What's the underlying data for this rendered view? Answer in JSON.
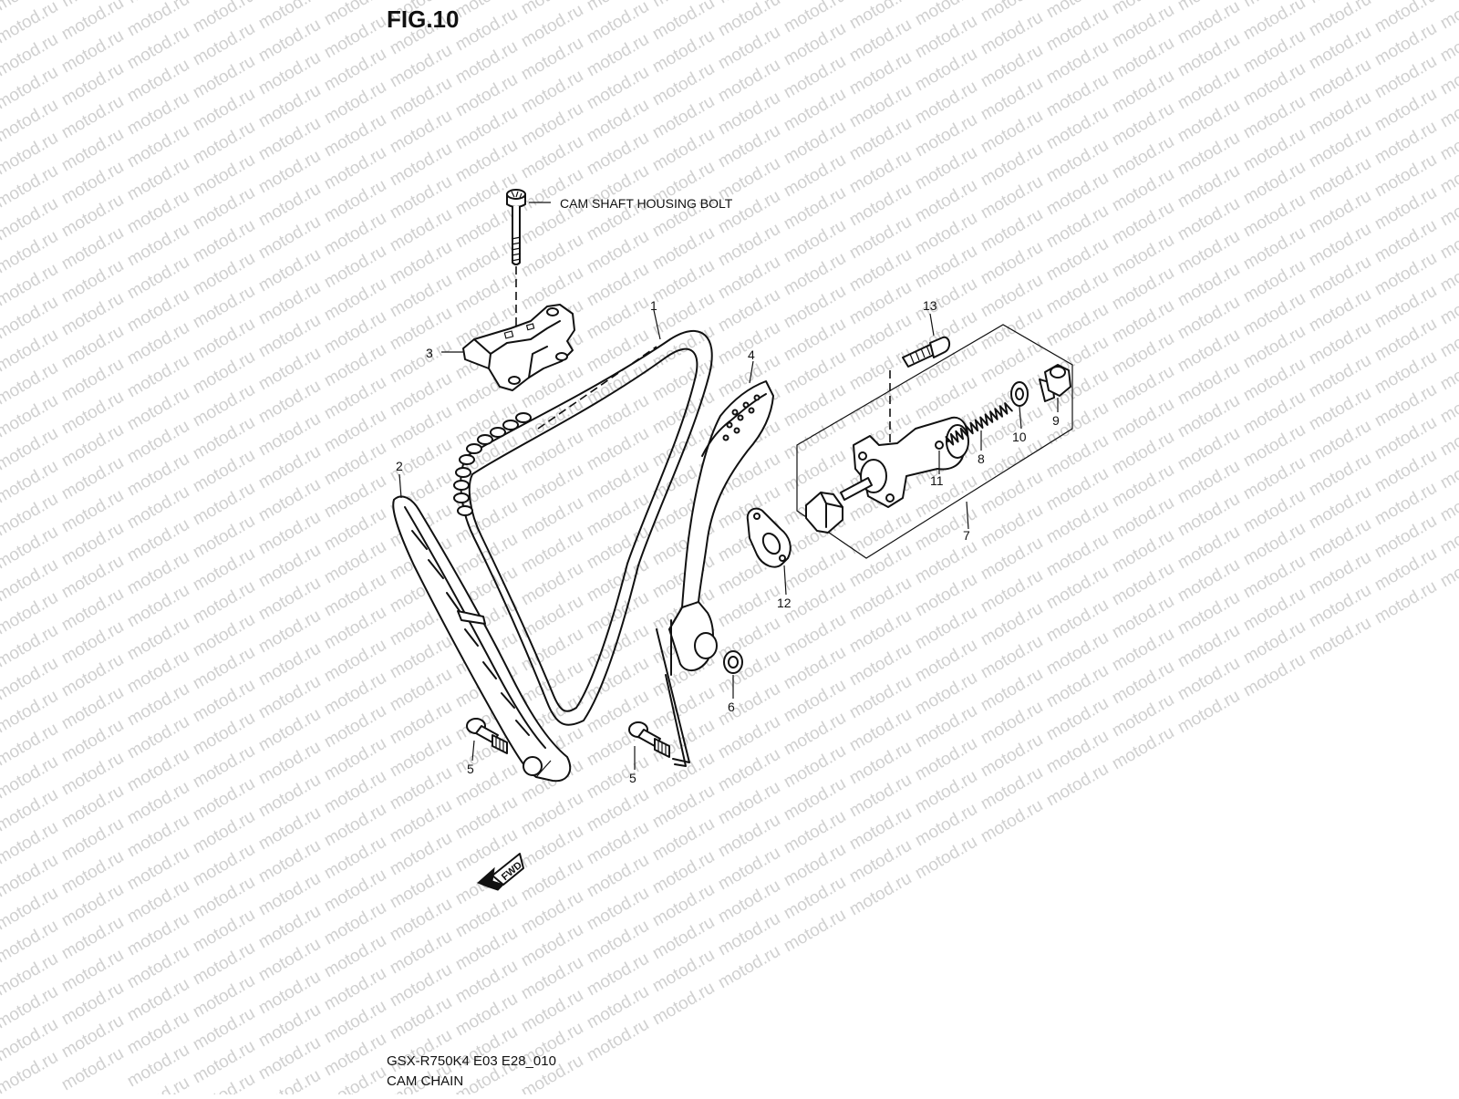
{
  "figure_title": "FIG.10",
  "watermark_text": "motod.ru",
  "part_labels": [
    {
      "id": "p1",
      "text": "1"
    },
    {
      "id": "p2",
      "text": "2"
    },
    {
      "id": "p3",
      "text": "3"
    },
    {
      "id": "p4",
      "text": "4"
    },
    {
      "id": "p5a",
      "text": "5"
    },
    {
      "id": "p5b",
      "text": "5"
    },
    {
      "id": "p6",
      "text": "6"
    },
    {
      "id": "p7",
      "text": "7"
    },
    {
      "id": "p8",
      "text": "8"
    },
    {
      "id": "p9",
      "text": "9"
    },
    {
      "id": "p10",
      "text": "10"
    },
    {
      "id": "p11",
      "text": "11"
    },
    {
      "id": "p12",
      "text": "12"
    },
    {
      "id": "p13",
      "text": "13"
    }
  ],
  "callout_text": "CAM SHAFT HOUSING BOLT",
  "direction_arrow_text": "FWD",
  "footer": {
    "model_code": "GSX-R750K4 E03 E28_010",
    "section_name": "CAM CHAIN"
  }
}
